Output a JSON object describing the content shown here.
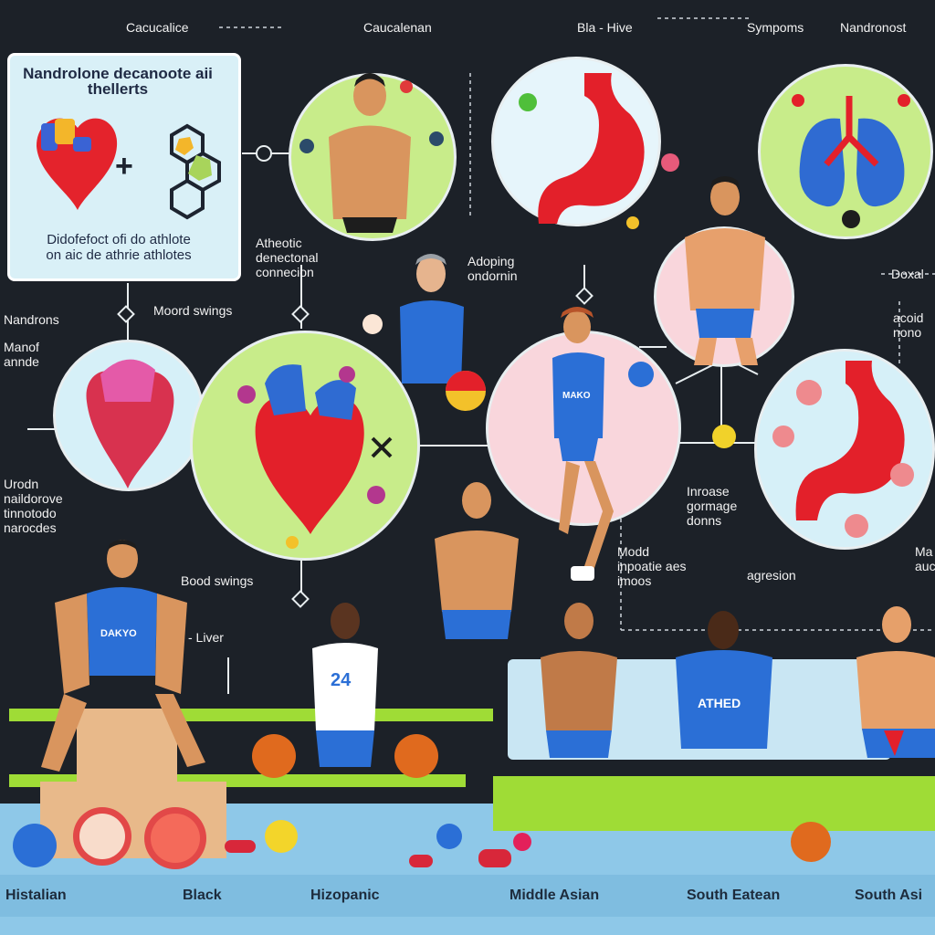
{
  "top_labels": {
    "caucasian_1": "Cacucalice",
    "caucasian_2": "Caucalenan",
    "hive": "Bla - Hive",
    "symptoms": "Sympoms",
    "nandronote": "Nandronost"
  },
  "info_box": {
    "title": "Nandrolone decanoote aii thellerts",
    "subtitle": "Didofefoct ofi do athlote\non aic de athrie athlotes",
    "plus_symbol": "+"
  },
  "side_labels": {
    "nandrons": "Nandrons",
    "manof": "Manof\nannde",
    "urodn": "Urodn\nnaildorove\ntinnotodo\nnarocdes",
    "atheotic": "Atheotic\ndenectonal\nconnecion",
    "adoping": "Adoping\nondornin",
    "doxal": "Doxal",
    "acoid": "acoid\nnono",
    "mood_swings": "Moord swings",
    "blood_swings": "Bood swings",
    "liver": "- Liver",
    "increase": "Inroase\ngormage\ndonns",
    "modd": "Modd\ninpoatie aes\nimoos",
    "agresion": "agresion",
    "ma": "Ma\nauc"
  },
  "jersey_labels": {
    "j1": "DAKYO",
    "j2": "24",
    "j3": "MAKO",
    "j4": "ATHED"
  },
  "footer": {
    "items": [
      "Histalian",
      "Black",
      "Hizopanic",
      "Middle Asian",
      "South Eatean",
      "South Asi"
    ]
  },
  "colors": {
    "background": "#1c2128",
    "circle_green": "#c8ec8a",
    "circle_blue": "#d6f0f8",
    "circle_pink": "#f9d6dc",
    "organ_red": "#e3202a",
    "jersey_blue": "#2b6fd6",
    "floor": "#8ec8e8",
    "bench": "#9fdc36"
  },
  "icons": [
    "heart-icon",
    "stomach-icon",
    "lungs-icon",
    "molecule-icon",
    "basketball-icon",
    "grapefruit-icon",
    "dumbbell-icon"
  ]
}
